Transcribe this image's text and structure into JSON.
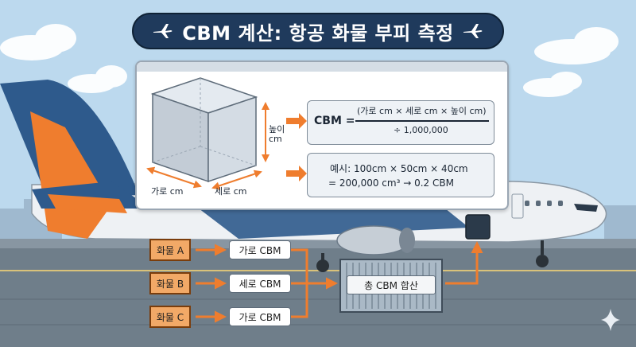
{
  "title": "CBM 계산: 항공 화물 부피 측정",
  "icons": {
    "left": "airplane-icon",
    "right": "airplane-icon",
    "corner": "sparkle-icon"
  },
  "cube": {
    "height_label_1": "높이",
    "height_label_2": "cm",
    "length_label": "가로 cm",
    "width_label": "세로 cm"
  },
  "formula": {
    "lhs": "CBM =",
    "numerator": "(가로 cm × 세로 cm × 높이 cm)",
    "denominator": "÷ 1,000,000"
  },
  "example": {
    "line1": "예시: 100cm × 50cm × 40cm",
    "line2": "= 200,000 cm³ → 0.2 CBM"
  },
  "cargo": [
    {
      "name": "화물 A",
      "cbm": "가로 CBM"
    },
    {
      "name": "화물 B",
      "cbm": "세로 CBM"
    },
    {
      "name": "화물 C",
      "cbm": "가로 CBM"
    }
  ],
  "total": "총 CBM 합산",
  "colors": {
    "arrow": "#ef7d2e",
    "title_bg": "#1f3a5c",
    "cargo_box": "#f2a967",
    "plane_tail_blue": "#2e5a8c",
    "plane_tail_orange": "#ef7d2e",
    "sky": "#bcd9ee"
  }
}
